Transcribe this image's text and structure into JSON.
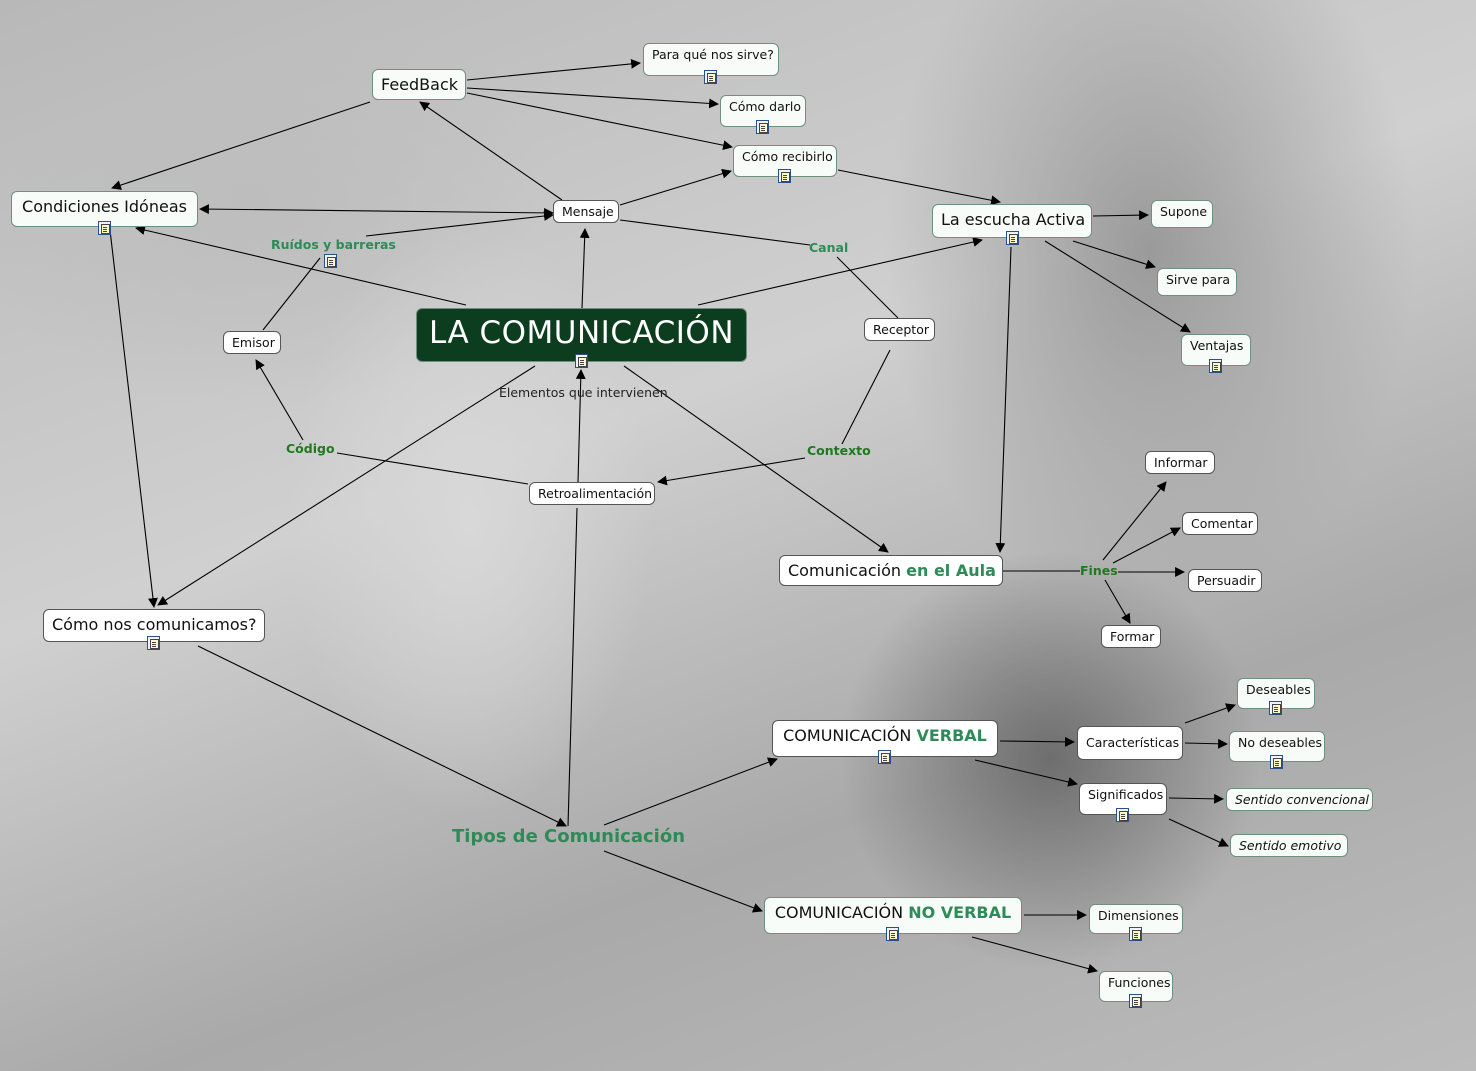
{
  "nodes": {
    "feedback": "FeedBack",
    "para_que": "Para qué nos sirve?",
    "como_darlo": "Cómo darlo",
    "como_recibirlo": "Cómo recibirlo",
    "condiciones": "Condiciones Idóneas",
    "mensaje": "Mensaje",
    "escucha": "La escucha Activa",
    "supone": "Supone",
    "sirve_para": "Sirve para",
    "ventajas": "Ventajas",
    "emisor": "Emisor",
    "root": "LA COMUNICACIÓN",
    "receptor": "Receptor",
    "retro": "Retroalimentación",
    "informar": "Informar",
    "comentar": "Comentar",
    "persuadir": "Persuadir",
    "formar": "Formar",
    "aula_a": "Comunicación ",
    "aula_b": "en el Aula",
    "como_nos": "Cómo nos comunicamos?",
    "deseables": "Deseables",
    "no_deseables": "No deseables",
    "verbal_a": "COMUNICACIÓN ",
    "verbal_b": "VERBAL",
    "caracteristicas": "Características",
    "significados": "Significados",
    "sentido_conv": "Sentido convencional",
    "sentido_emot": "Sentido emotivo",
    "noverbal_a": "COMUNICACIÓN ",
    "noverbal_b": "NO VERBAL",
    "dimensiones": "Dimensiones",
    "funciones": "Funciones"
  },
  "labels": {
    "ruidos": "Ruídos y barreras",
    "canal": "Canal",
    "codigo": "Código",
    "contexto": "Contexto",
    "elementos": "Elementos que intervienen",
    "fines": "Fines",
    "tipos": "Tipos de Comunicación"
  },
  "colors": {
    "root_fill": "#0c3d1e",
    "link_label": "#2e8b57",
    "node_fill": "#f7fcf9"
  },
  "icons": [
    "document-icon"
  ]
}
